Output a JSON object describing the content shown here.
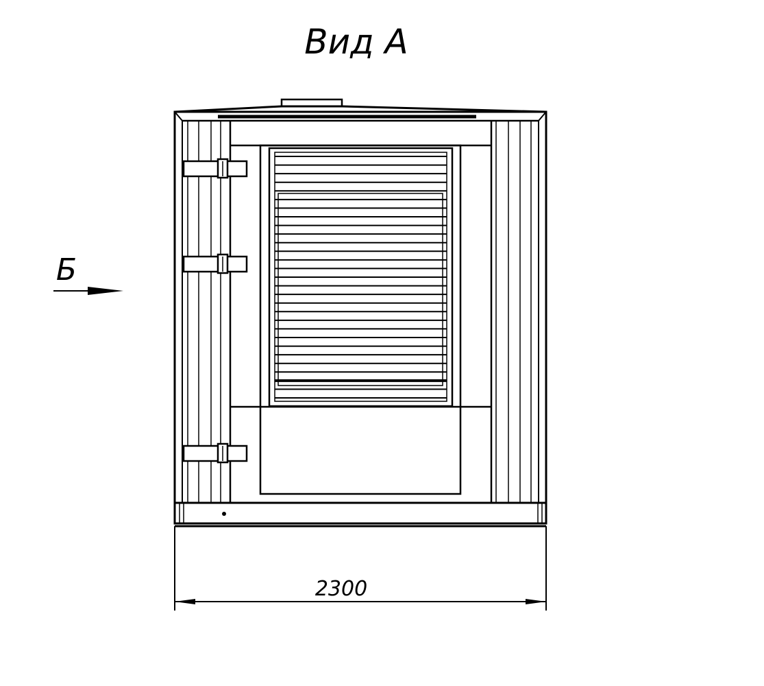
{
  "title": "Вид А",
  "view_marker": {
    "label": "Б"
  },
  "dimension": {
    "value": "2300"
  },
  "colors": {
    "line": "#000000",
    "background": "#ffffff"
  },
  "louver_slats": 29,
  "hinge_count": 3
}
